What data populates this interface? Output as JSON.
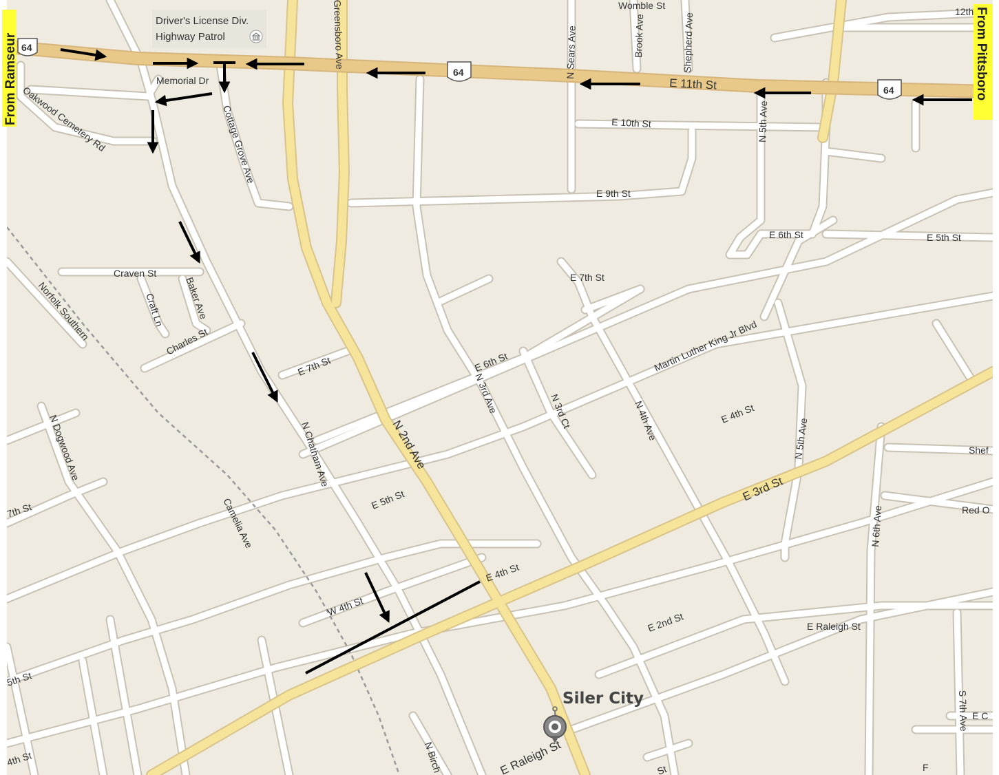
{
  "map": {
    "city_name": "Siler City",
    "poi": {
      "line1": "Driver's License Div.",
      "line2": "Highway Patrol"
    },
    "route_shield": "64",
    "side_left": "From  Ramseur",
    "side_right": "From Pittsboro",
    "colors": {
      "background": "#efebe0",
      "street": "#ffffff",
      "highway": "#e9c98a",
      "major_road": "#f5e49a",
      "railway": "#9a9a9a",
      "route_arrow": "#000000",
      "side_label_bg": "#ffff33"
    },
    "streets": {
      "womble": "Womble St",
      "twelfth": "12th",
      "n_sears": "N Sears Ave",
      "brook": "Brook Ave",
      "shepherd": "Shepherd Ave",
      "e_11th": "E 11th St",
      "memorial": "Memorial Dr",
      "oakwood": "Oakwood Cemetery Rd",
      "cottage_grove": "Cottage Grove Ave",
      "greensboro": "Greensboro Ave",
      "e_10th": "E 10th St",
      "n_5th_top": "N 5th Ave",
      "e_9th": "E 9th St",
      "e_6th_right": "E 6th St",
      "e_5th_right": "E 5th St",
      "e_7th_mid": "E 7th St",
      "craven": "Craven St",
      "craft": "Craft Ln",
      "baker": "Baker Ave",
      "charles": "Charles St",
      "norfolk": "Norfolk Southern",
      "e_7th_left": "E 7th St",
      "e_6th_mid": "E 6th St",
      "mlk": "Martin Luther King Jr Blvd",
      "n_3rd_ave": "N 3rd Ave",
      "n_3rd_ct": "N 3rd Ct",
      "n_4th_ave": "N 4th Ave",
      "e_4th_mid": "E 4th St",
      "n_5th_mid": "N 5th Ave",
      "shef": "Shef",
      "n_chatham": "N Chatham Ave",
      "n_2nd": "N 2nd Ave",
      "n_dogwood": "N Dogwood Ave",
      "w_7th": "7th St",
      "camelia": "Camelia Ave",
      "e_5th_mid": "E 5th St",
      "e_3rd": "E 3rd St",
      "n_6th": "N 6th Ave",
      "red_o": "Red O",
      "e_4th_low": "E 4th St",
      "w_4th": "W 4th St",
      "e_2nd": "E 2nd St",
      "e_raleigh_right": "E Raleigh St",
      "w_5th": "5th St",
      "s_7th": "S 7th Ave",
      "e_c": "E C",
      "w_4th_low": "4th St",
      "n_birch": "N Birch",
      "e_raleigh": "E Raleigh St",
      "st_bottom": "St",
      "f_bottom": "F"
    }
  }
}
